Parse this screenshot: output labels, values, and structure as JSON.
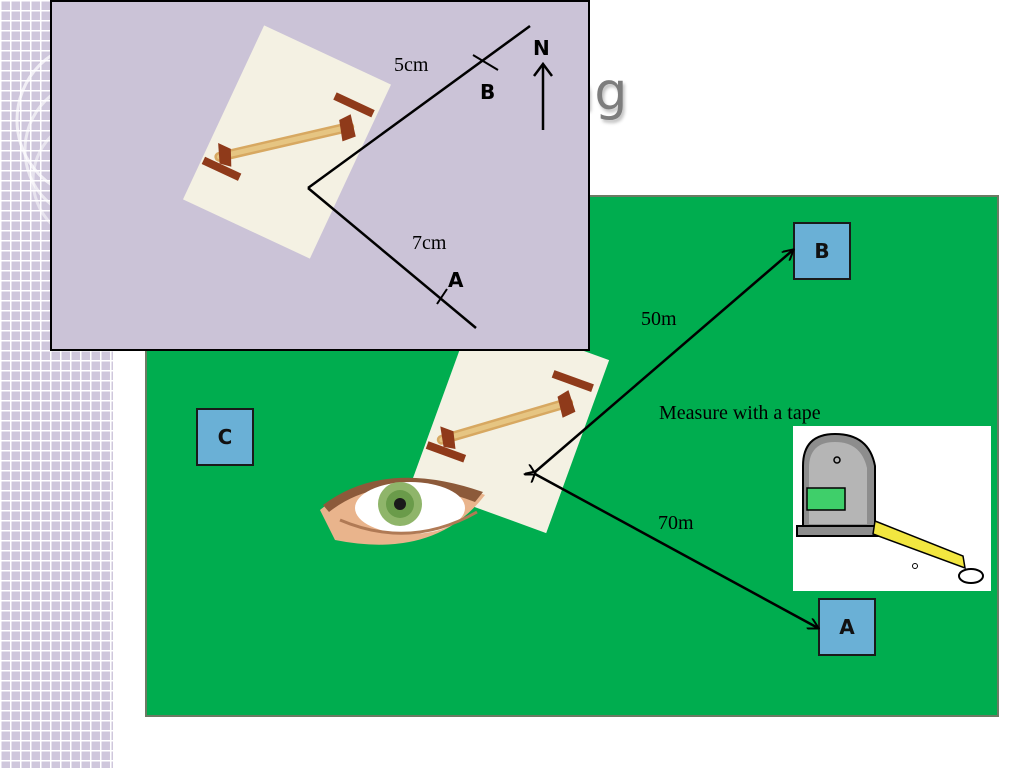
{
  "slide": {
    "title_fragment": "ing"
  },
  "field": {
    "background_color": "#00ad4f",
    "box_color": "#6ab0d6",
    "boxes": {
      "b": "B",
      "c": "C",
      "a": "A"
    },
    "distance_b": "50m",
    "distance_a": "70m",
    "tape_caption": "Measure with a tape",
    "hidden_label": "A",
    "icons": [
      "alidade-icon",
      "eye-icon",
      "tape-measure-icon"
    ]
  },
  "inset": {
    "background_color": "#cbc3d7",
    "north_label": "N",
    "line_b_length": "5cm",
    "line_b_label": "B",
    "line_a_length": "7cm",
    "line_a_label": "A",
    "icons": [
      "alidade-icon",
      "north-arrow-icon"
    ]
  }
}
